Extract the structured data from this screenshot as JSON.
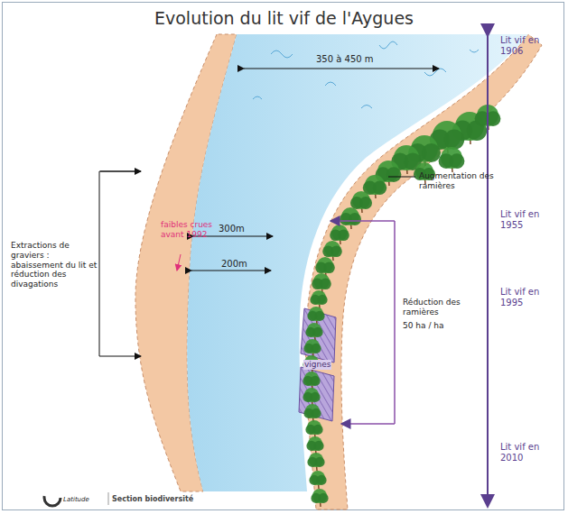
{
  "diagram": {
    "title": "Evolution du lit vif de l'Aygues",
    "labels": [
      "350 à 450 m",
      "300m",
      "200m",
      "faibles crues avant 1992",
      "Augmentation des ramières",
      "Extractions de graviers : abaissement du lit et réduction des divagations",
      "Réduction des ramières",
      "50 ha / ha",
      "vignes",
      "Lit vif en 1906",
      "Lit vif en 1955",
      "Lit vif en 1995",
      "Lit vif en 2010",
      "Latitude",
      "Section biodiversité"
    ]
  }
}
